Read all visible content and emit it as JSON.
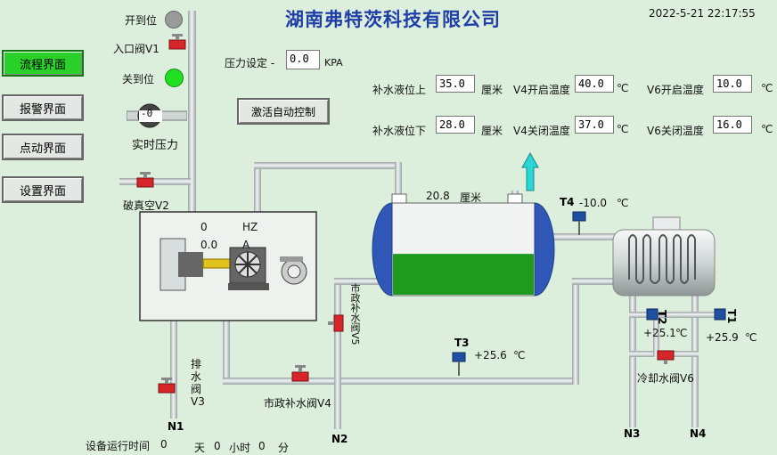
{
  "header": {
    "title": "湖南弗特茨科技有限公司",
    "datetime": "2022-5-21 22:17:55"
  },
  "nav": [
    {
      "label": "流程界面",
      "active": true
    },
    {
      "label": "报警界面",
      "active": false
    },
    {
      "label": "点动界面",
      "active": false
    },
    {
      "label": "设置界面",
      "active": false
    }
  ],
  "inlet": {
    "open_label": "开到位",
    "valve_label": "入口阀V1",
    "closed_label": "关到位",
    "pressure_gauge": "-0",
    "pressure_label": "实时压力"
  },
  "pressure_setting": {
    "label": "压力设定 -",
    "value": "0.0",
    "unit": "KPA"
  },
  "auto_button": "激活自动控制",
  "params": {
    "refill_upper": {
      "label": "补水液位上",
      "value": "35.0",
      "unit": "厘米"
    },
    "refill_lower": {
      "label": "补水液位下",
      "value": "28.0",
      "unit": "厘米"
    },
    "v4_open": {
      "label": "V4开启温度",
      "value": "40.0",
      "unit": "℃"
    },
    "v4_close": {
      "label": "V4关闭温度",
      "value": "37.0",
      "unit": "℃"
    },
    "v6_open": {
      "label": "V6开启温度",
      "value": "10.0",
      "unit": "℃"
    },
    "v6_close": {
      "label": "V6关闭温度",
      "value": "16.0",
      "unit": "℃"
    }
  },
  "pump": {
    "freq_value": "0",
    "freq_unit": "HZ",
    "current_value": "0.0",
    "current_unit": "A"
  },
  "vacuum_valve": "破真空V2",
  "drain_valve": {
    "lines": [
      "排",
      "水",
      "阀",
      "V3"
    ]
  },
  "tank": {
    "level_value": "20.8",
    "level_unit": "厘米",
    "level_fraction": 0.45
  },
  "t4": {
    "label": "T4",
    "value": "-10.0",
    "unit": "℃"
  },
  "t3": {
    "label": "T3",
    "value": "+25.6",
    "unit": "℃"
  },
  "t2": {
    "label": "T2",
    "value": "+25.1",
    "unit": "℃"
  },
  "t1": {
    "label": "T1",
    "value": "+25.9",
    "unit": "℃"
  },
  "valves": {
    "v5": "市政补水阀V5",
    "v4": "市政补水阀V4",
    "v6": "冷却水阀V6"
  },
  "outlets": {
    "n1": "N1",
    "n2": "N2",
    "n3": "N3",
    "n4": "N4"
  },
  "runtime": {
    "label": "设备运行时间",
    "days_value": "0",
    "days_unit": "天",
    "hours_value": "0",
    "hours_unit": "小时",
    "minutes_value": "0",
    "minutes_unit": "分"
  },
  "colors": {
    "pipe": "#c8cfcf",
    "water": "#1f9a1f",
    "tank_end": "#2f57b8",
    "valve": "#d6262a",
    "sensor": "#1f4fa0",
    "accent_green": "#2ad12a",
    "title": "#1f3ea8"
  }
}
